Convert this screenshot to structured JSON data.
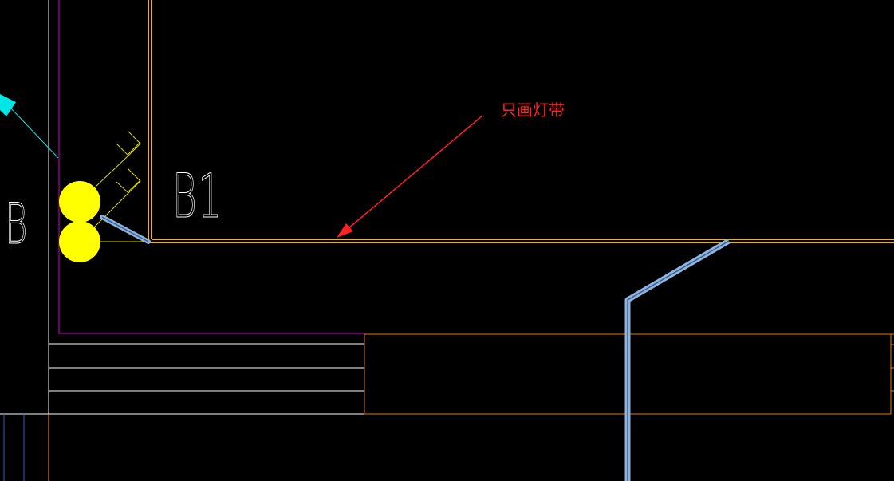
{
  "drawing": {
    "labels": {
      "left_label": "B",
      "right_label": "B1"
    },
    "annotation": {
      "text": "只画灯带"
    },
    "colors": {
      "background": "#000000",
      "wall": "#e6b422",
      "boundary_purple": "#b200b2",
      "line_white": "#ffffff",
      "line_orange": "#e0781e",
      "pipe_blue": "#8fb4e0",
      "lamp_yellow": "#ffff00",
      "light_yellow": "#d8d800",
      "cyan": "#00e5e5",
      "annotation_red": "#ff2020",
      "blue_dark": "#2a5cc8"
    },
    "icons": {
      "arrow": "annotation-arrow-icon",
      "cyan_arrow": "cyan-arrowhead-icon",
      "lamp": "lamp-symbol-icon"
    }
  }
}
